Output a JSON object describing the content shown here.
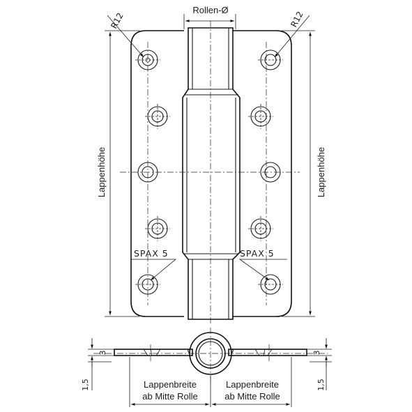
{
  "drawing": {
    "roller_diameter_label": "Rollen-Ø",
    "radius_left_label": "R12",
    "radius_right_label": "R12",
    "leaf_height_left_label": "Lappenhöhe",
    "leaf_height_right_label": "Lappenhöhe",
    "screw_left_label": "SPAX 5",
    "screw_right_label": "SPAX 5",
    "thickness_left_label": "3",
    "thickness_right_label": "3",
    "offset_left_label": "1,5",
    "offset_right_label": "1,5",
    "leaf_width_left_line1": "Lappenbreite",
    "leaf_width_left_line2": "ab Mitte Rolle",
    "leaf_width_right_line1": "Lappenbreite",
    "leaf_width_right_line2": "ab Mitte Rolle"
  }
}
